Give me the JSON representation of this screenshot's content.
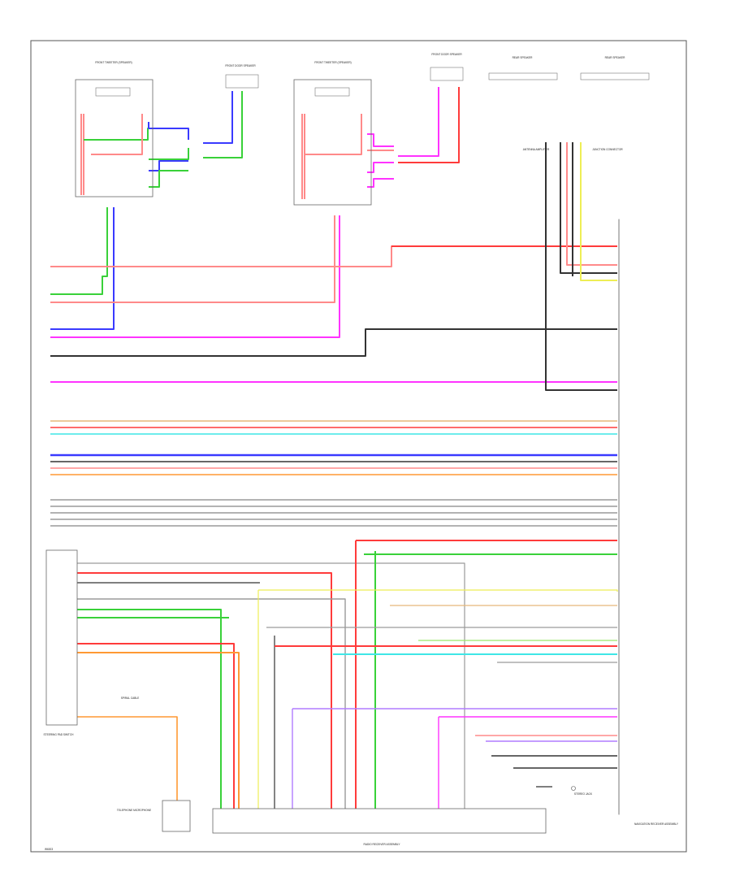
{
  "colors": {
    "red": "#ff3b3b",
    "pink": "#ff8a8a",
    "green": "#39d139",
    "blue": "#3a3aff",
    "magenta": "#ff33ff",
    "black": "#333333",
    "gray": "#9a9a9a",
    "cyan": "#3fe6e6",
    "yellow": "#eeee55",
    "orange": "#ff9933",
    "violet": "#b07cff",
    "tan": "#e6b87a",
    "lightgreen": "#9be86a"
  },
  "components": {
    "front_right_speaker": "FRONT TWEETER (SPEAKER)",
    "front_right_door_speaker": "FRONT DOOR SPEAKER",
    "front_left_speaker": "FRONT TWEETER (SPEAKER)",
    "front_left_door_speaker": "FRONT DOOR SPEAKER",
    "rear_left_speaker": "REAR SPEAKER",
    "rear_right_speaker": "REAR SPEAKER",
    "antenna_amplifier": "ANTENNA AMPLIFIER",
    "radio_receiver": "RADIO RECEIVER ASSEMBLY",
    "steering_pad_switch": "STEERING PAD SWITCH",
    "stereo_jack": "STEREO JACK",
    "telephone_microphone": "TELEPHONE MICROPHONE",
    "spiral_cable": "SPIRAL CABLE",
    "navigation_receiver": "NAVIGATION RECEIVER ASSEMBLY",
    "junction": "JUNCTION CONNECTOR"
  },
  "footer_id": "W6003"
}
